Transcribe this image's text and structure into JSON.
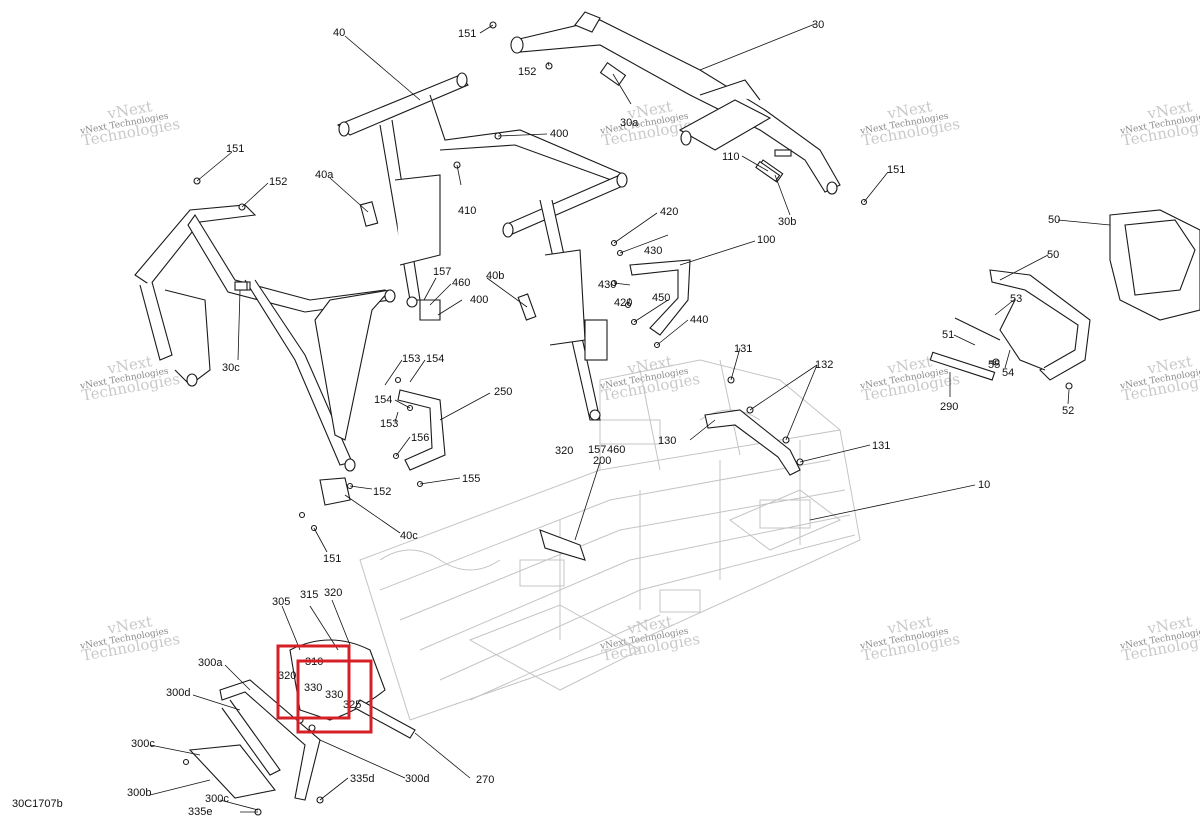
{
  "diagram": {
    "code": "30C1707b",
    "watermark_lines": [
      "vNext Technologies",
      "vNext",
      "Technologies"
    ],
    "callouts": [
      "10",
      "30",
      "30a",
      "30b",
      "30c",
      "40",
      "40a",
      "40b",
      "40c",
      "50",
      "50",
      "51",
      "52",
      "53",
      "54",
      "55",
      "100",
      "110",
      "130",
      "131",
      "131",
      "132",
      "151",
      "151",
      "151",
      "151",
      "152",
      "152",
      "152",
      "153",
      "153",
      "154",
      "154",
      "155",
      "156",
      "157",
      "157",
      "200",
      "250",
      "270",
      "290",
      "300a",
      "300b",
      "300c",
      "300c",
      "300d",
      "300d",
      "305",
      "310",
      "315",
      "320",
      "320",
      "320",
      "325",
      "330",
      "330",
      "335d",
      "335e",
      "400",
      "400",
      "410",
      "420",
      "420",
      "430",
      "430",
      "440",
      "450",
      "460",
      "460"
    ],
    "highlight_color": "#d61f26"
  }
}
